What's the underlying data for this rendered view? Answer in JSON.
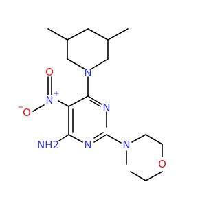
{
  "molecule": {
    "atom_labels": {
      "n_piperidine": "N",
      "n_pyrimidine_upper": "N",
      "n_pyrimidine_lower": "N",
      "n_morpholine": "N",
      "o_morpholine": "O",
      "n_nitro": "N",
      "o_nitro_double": "O",
      "o_nitro_minus": "O",
      "amine": "NH2"
    },
    "charges": {
      "nitro_n": "+",
      "nitro_o": "−"
    },
    "colors": {
      "carbon_bond": "#000000",
      "nitrogen": "#2f39e0",
      "oxygen": "#e01a1a"
    }
  }
}
